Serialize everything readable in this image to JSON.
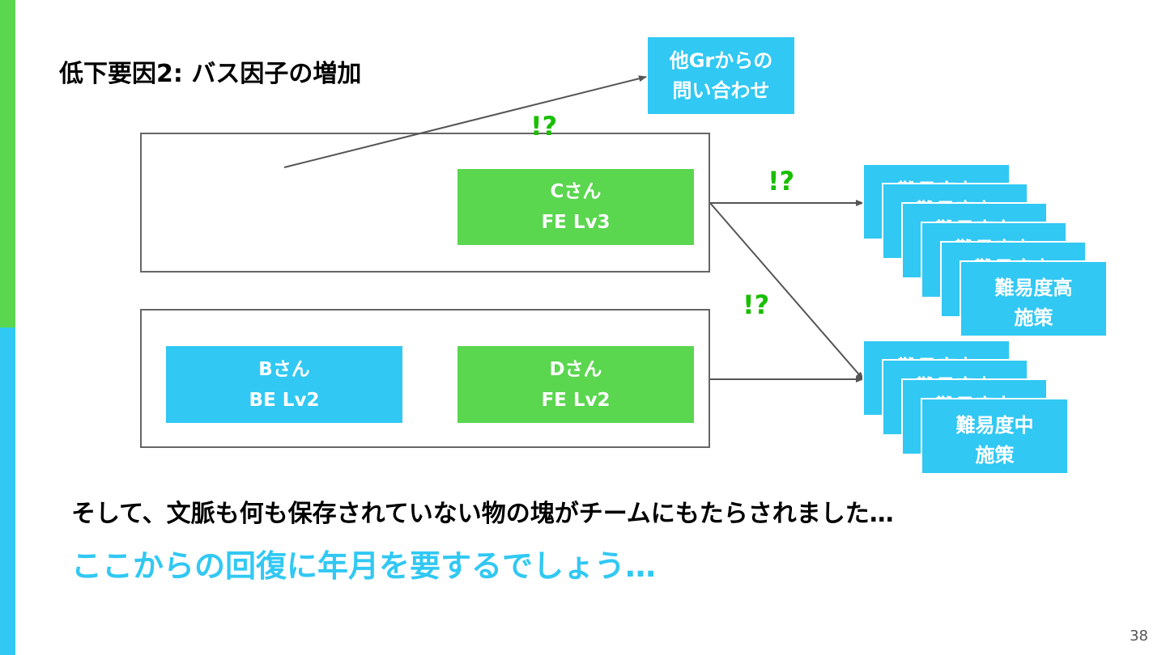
{
  "title": "低下要因2: バス因子の増加",
  "inquiry": {
    "line1": "他Grからの",
    "line2": "問い合わせ"
  },
  "people": {
    "c": {
      "name": "Cさん",
      "role": "FE Lv3"
    },
    "b": {
      "name": "Bさん",
      "role": "BE Lv2"
    },
    "d": {
      "name": "Dさん",
      "role": "FE Lv2"
    }
  },
  "surprise_mark": "!?",
  "cards_high": {
    "line1": "難易度高",
    "line2": "施策"
  },
  "cards_mid": {
    "line1": "難易度中",
    "line2": "施策"
  },
  "message_1": "そして、文脈も何も保存されていない物の塊がチームにもたらされました…",
  "message_2": "ここからの回復に年月を要するでしょう…",
  "page_number": "38",
  "colors": {
    "green": "#5ad64f",
    "blue": "#31c8f3",
    "accent_text": "#19be00"
  }
}
